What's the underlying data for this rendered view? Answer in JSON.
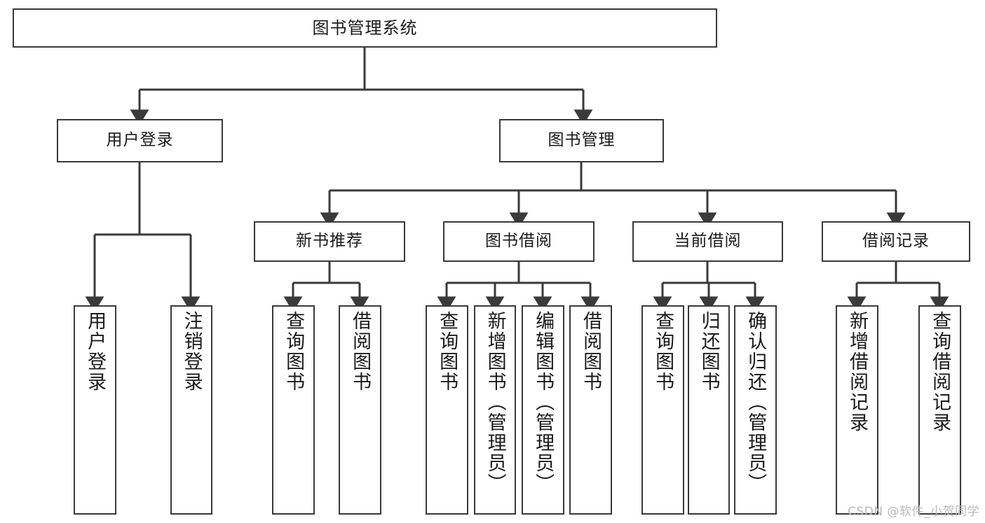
{
  "diagram": {
    "title": "图书管理系统",
    "type": "tree",
    "root": {
      "label": "图书管理系统"
    },
    "level2": [
      {
        "label": "用户登录"
      },
      {
        "label": "图书管理"
      }
    ],
    "level3": [
      {
        "label": "新书推荐"
      },
      {
        "label": "图书借阅"
      },
      {
        "label": "当前借阅"
      },
      {
        "label": "借阅记录"
      }
    ],
    "leaves": {
      "user_login": [
        {
          "label": "用户登录"
        },
        {
          "label": "注销登录"
        }
      ],
      "new_book": [
        {
          "label": "查询图书"
        },
        {
          "label": "借阅图书"
        }
      ],
      "book_borrow": [
        {
          "label": "查询图书"
        },
        {
          "label": "新增图书（管理员）"
        },
        {
          "label": "编辑图书（管理员）"
        },
        {
          "label": "借阅图书"
        }
      ],
      "current_borrow": [
        {
          "label": "查询图书"
        },
        {
          "label": "归还图书"
        },
        {
          "label": "确认归还（管理员）"
        }
      ],
      "borrow_record": [
        {
          "label": "新增借阅记录"
        },
        {
          "label": "查询借阅记录"
        }
      ]
    }
  },
  "watermark": {
    "text": "CSDN @软件_小贺同学"
  },
  "colors": {
    "stroke": "#3a3a3a",
    "text": "#1a1a1a",
    "background": "#ffffff",
    "watermark": "#b9b9b9"
  }
}
